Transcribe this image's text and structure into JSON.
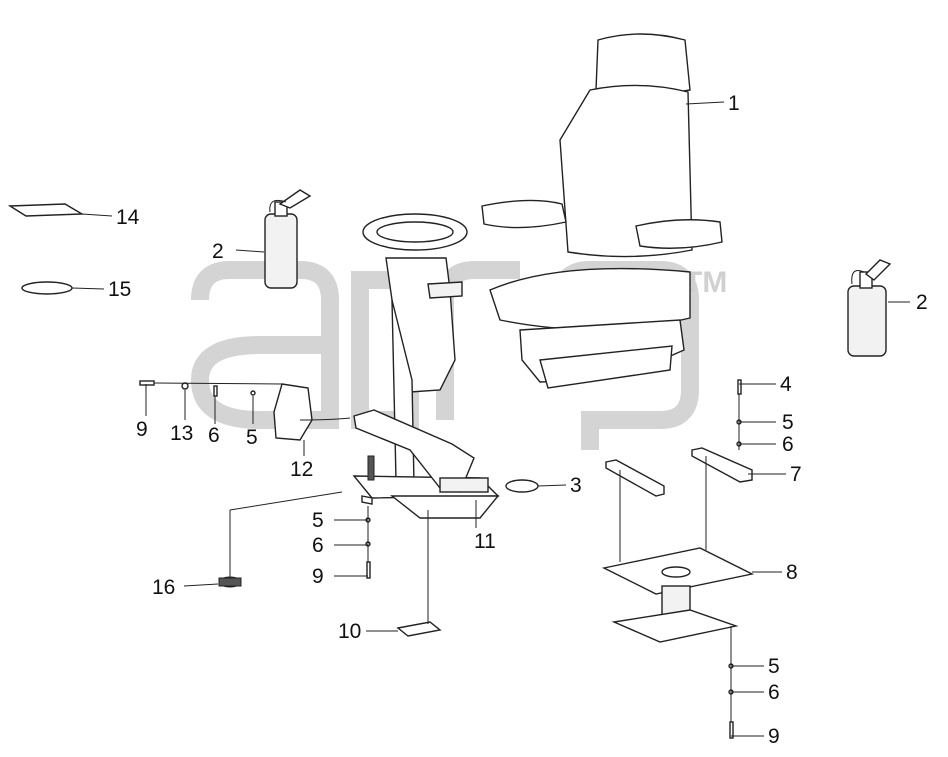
{
  "callouts": {
    "c1": "1",
    "c2a": "2",
    "c2b": "2",
    "c3": "3",
    "c4": "4",
    "c5a": "5",
    "c5b": "5",
    "c5c": "5",
    "c5d": "5",
    "c6a": "6",
    "c6b": "6",
    "c6c": "6",
    "c6d": "6",
    "c7": "7",
    "c8": "8",
    "c9a": "9",
    "c9b": "9",
    "c9c": "9",
    "c10": "10",
    "c11": "11",
    "c12": "12",
    "c13": "13",
    "c14": "14",
    "c15": "15",
    "c16": "16"
  },
  "watermark": {
    "trademark": "TM"
  }
}
